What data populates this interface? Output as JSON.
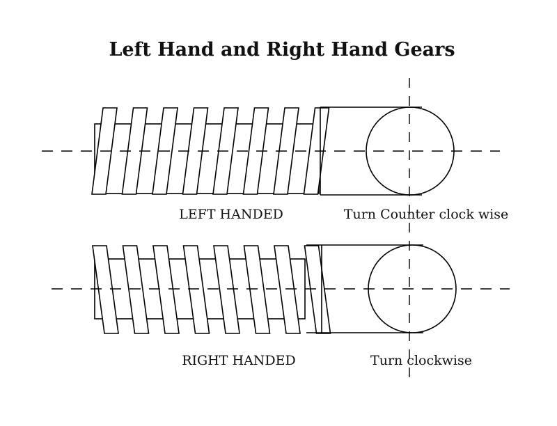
{
  "title": "Left Hand and Right Hand Gears",
  "left_gear": {
    "name_label": "LEFT HANDED",
    "rotation_label": "Turn Counter clock wise",
    "thread_count": 8
  },
  "right_gear": {
    "name_label": "RIGHT HANDED",
    "rotation_label": "Turn  clockwise",
    "thread_count": 8
  }
}
